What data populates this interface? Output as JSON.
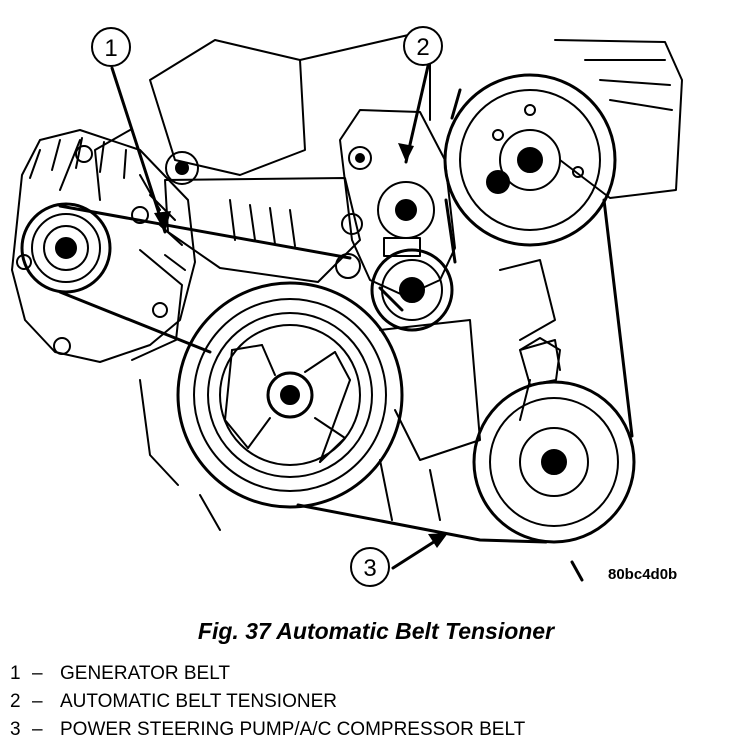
{
  "figure": {
    "code": "80bc4d0b",
    "caption": "Fig. 37 Automatic Belt Tensioner",
    "callouts": [
      "1",
      "2",
      "3"
    ],
    "legend": [
      {
        "number": "1",
        "separator": "–",
        "text": "GENERATOR BELT"
      },
      {
        "number": "2",
        "separator": "–",
        "text": "AUTOMATIC BELT TENSIONER"
      },
      {
        "number": "3",
        "separator": "–",
        "text": "POWER STEERING PUMP/A/C COMPRESSOR BELT"
      }
    ]
  }
}
